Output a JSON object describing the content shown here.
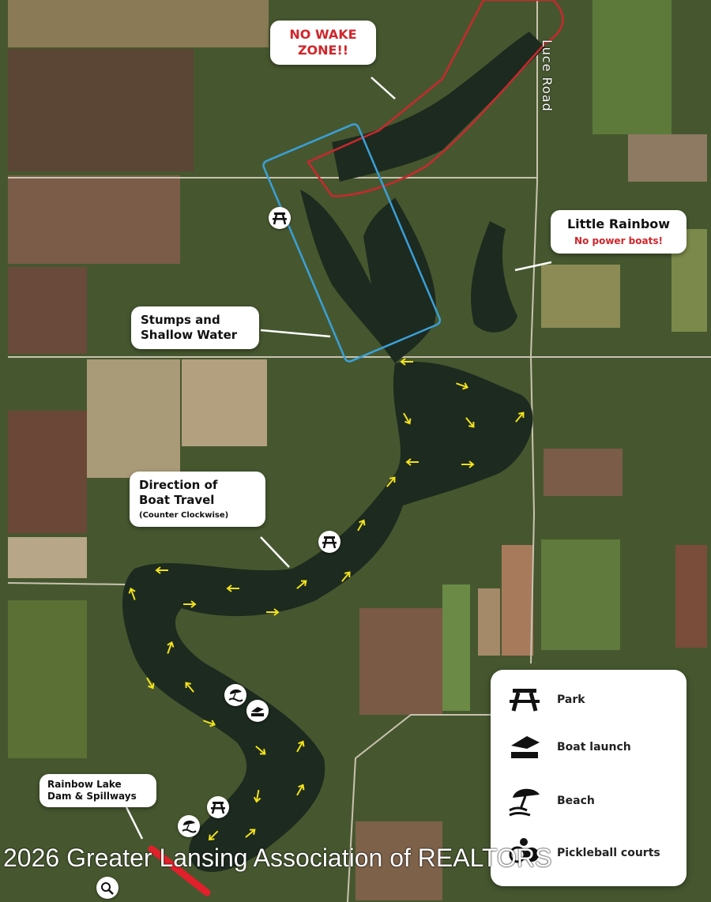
{
  "map": {
    "road_label": "Luce Road",
    "callouts": {
      "no_wake": "NO WAKE ZONE!!",
      "little_rainbow_title": "Little Rainbow",
      "little_rainbow_note": "No power boats!",
      "stumps_line1": "Stumps and",
      "stumps_line2": "Shallow Water",
      "direction_line1": "Direction of",
      "direction_line2": "Boat Travel",
      "direction_note": "(Counter Clockwise)",
      "dam_line1": "Rainbow Lake",
      "dam_line2": "Dam & Spillways"
    },
    "colors": {
      "no_wake_zone": "#c8282d",
      "shallow_zone": "#3aa0d8",
      "travel_arrows": "#f2e21a",
      "dam": "#e0202a",
      "water": "#1d2a1f"
    }
  },
  "legend": {
    "items": [
      {
        "icon": "picnic-table-icon",
        "label": "Park"
      },
      {
        "icon": "boat-launch-icon",
        "label": "Boat launch"
      },
      {
        "icon": "beach-umbrella-icon",
        "label": "Beach"
      },
      {
        "icon": "pickleball-icon",
        "label": "Pickleball courts"
      }
    ]
  },
  "watermark": "2026 Greater Lansing Association of REALTORS"
}
